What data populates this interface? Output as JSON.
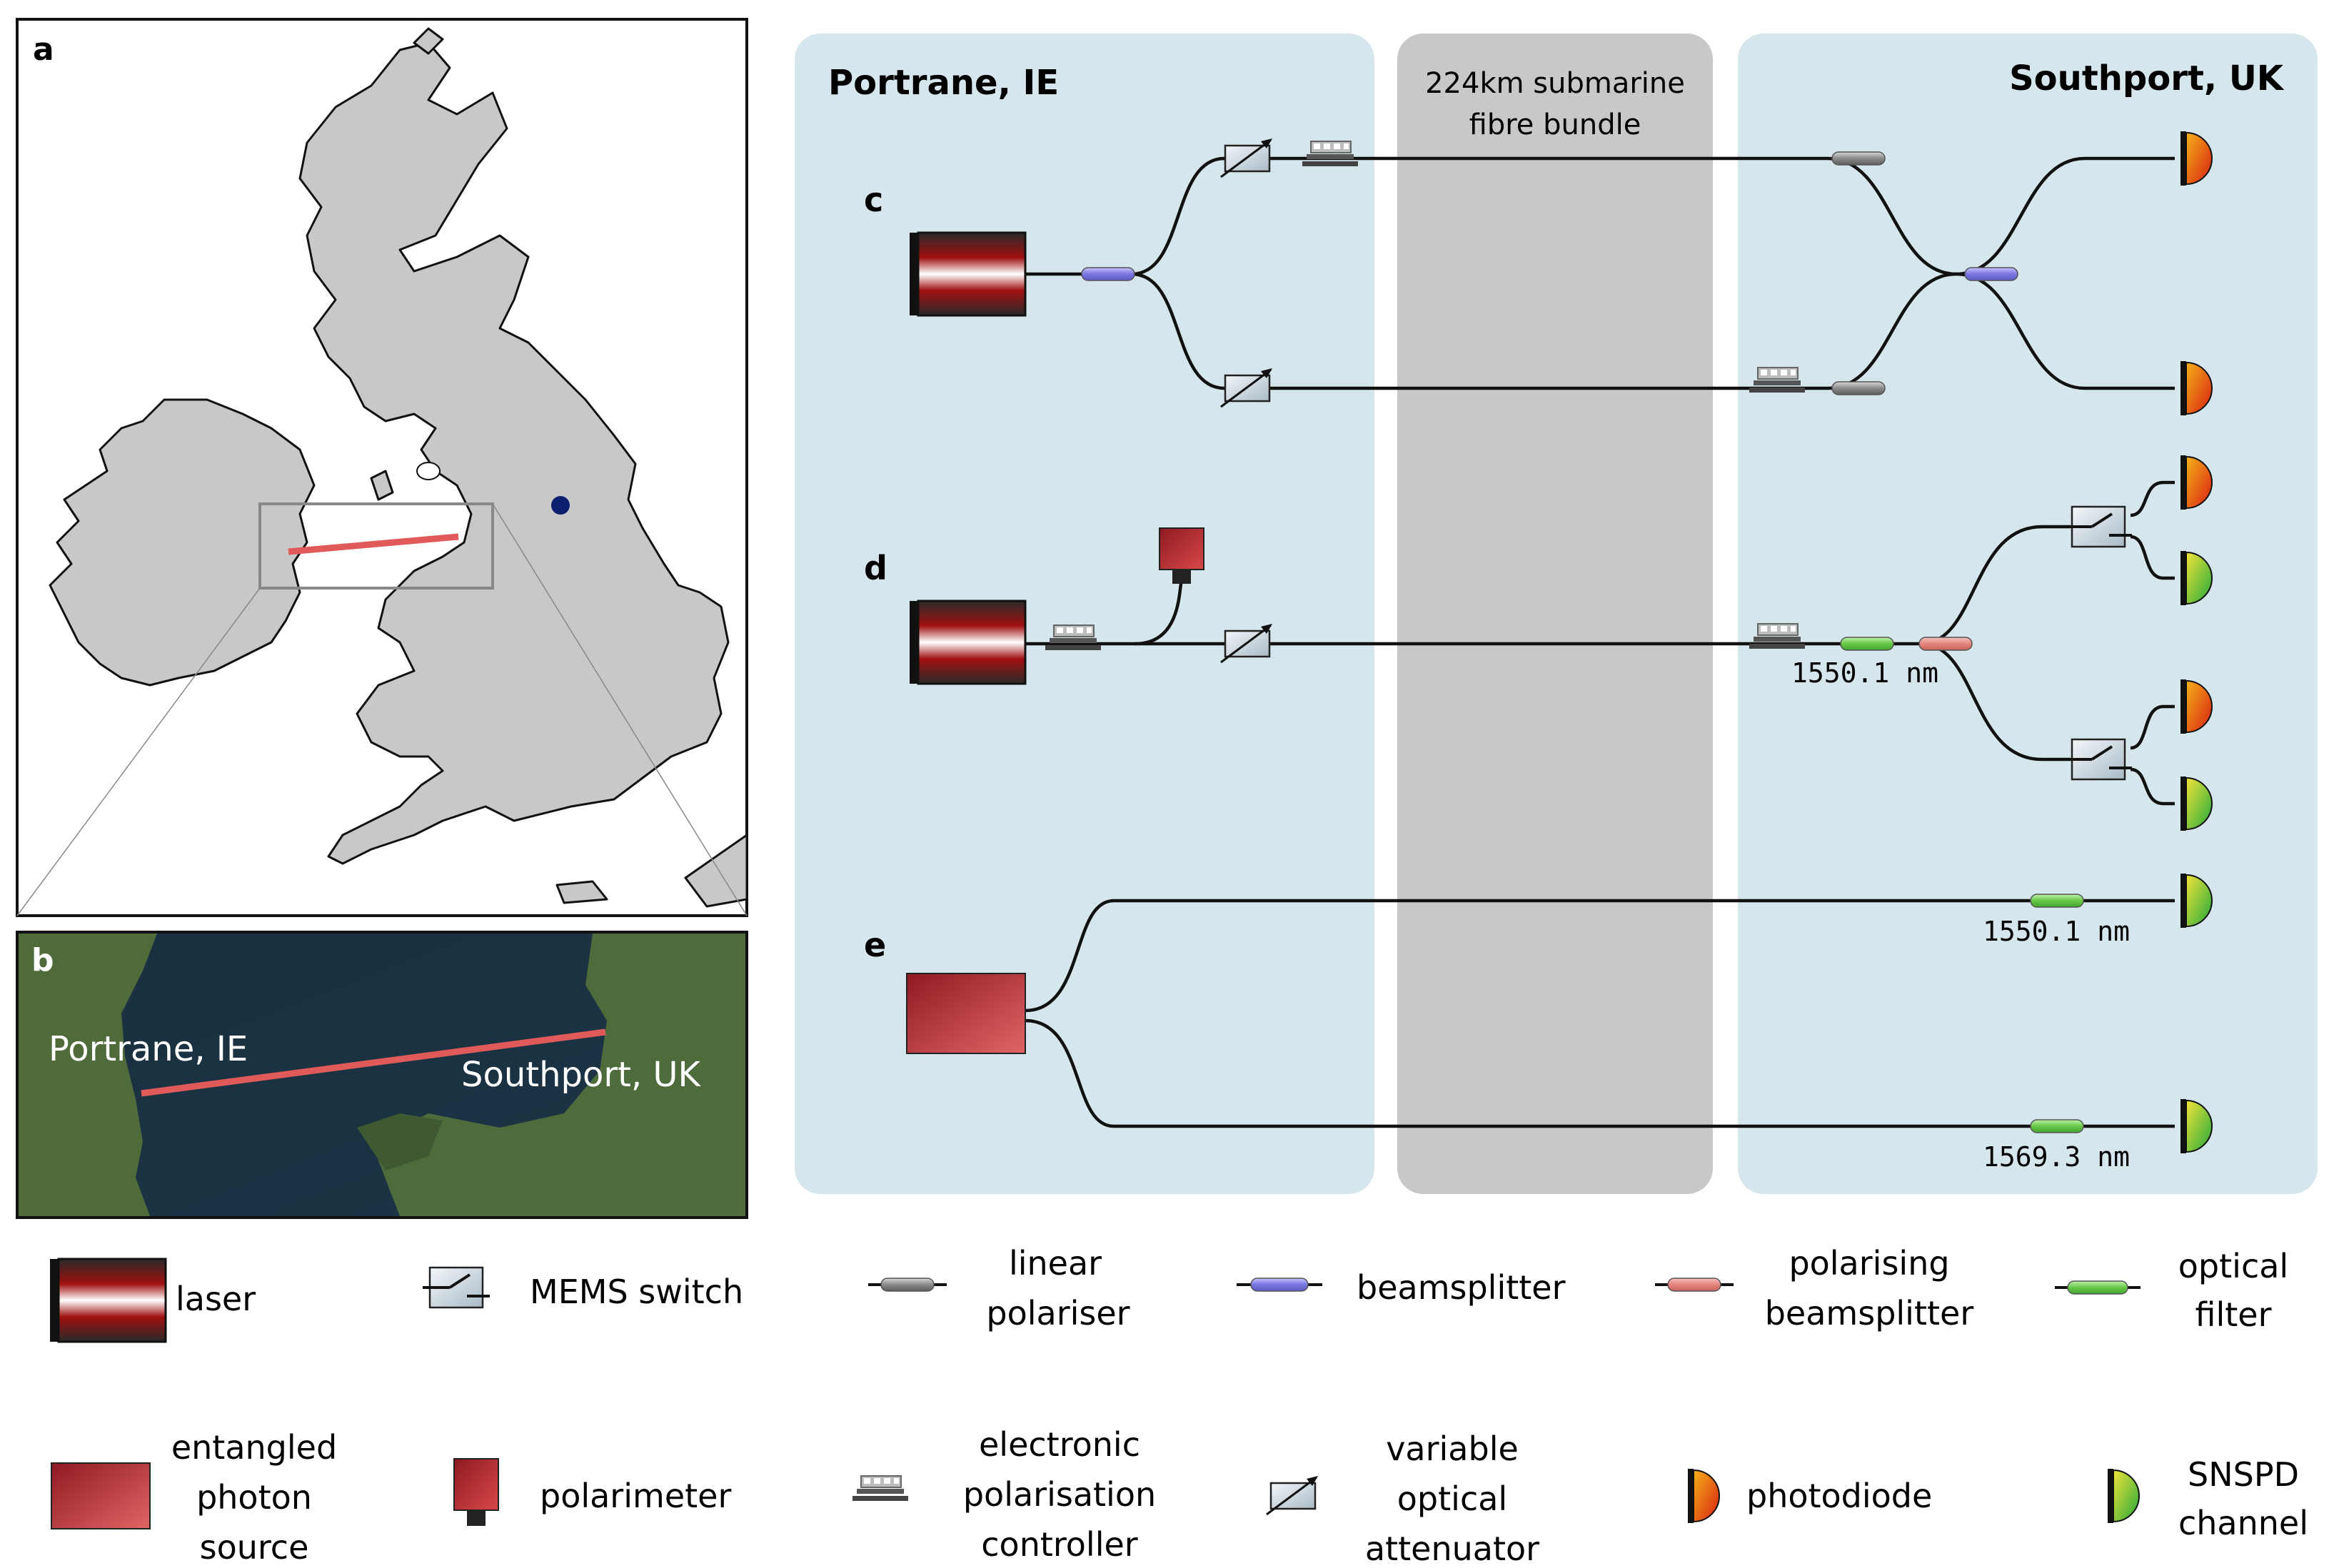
{
  "panels": {
    "a": "a",
    "b": "b",
    "c": "c",
    "d": "d",
    "e": "e"
  },
  "map": {
    "portrane_label": "Portrane, IE",
    "southport_label": "Southport, UK",
    "link_color": "#e05a5a",
    "marker_color": "#0c1f6e"
  },
  "regions": {
    "left": "Portrane, IE",
    "middle_line1": "224km submarine",
    "middle_line2": "fibre bundle",
    "right": "Southport, UK"
  },
  "wavelengths": {
    "d_filter": "1550.1 nm",
    "e_top": "1550.1 nm",
    "e_bottom": "1569.3 nm"
  },
  "legend": {
    "laser": "laser",
    "mems": "MEMS switch",
    "linpol_1": "linear",
    "linpol_2": "polariser",
    "bs": "beamsplitter",
    "pbs_1": "polarising",
    "pbs_2": "beamsplitter",
    "filter_1": "optical",
    "filter_2": "filter",
    "eps_1": "entangled",
    "eps_2": "photon",
    "eps_3": "source",
    "polarimeter": "polarimeter",
    "epc_1": "electronic",
    "epc_2": "polarisation",
    "epc_3": "controller",
    "voa_1": "variable",
    "voa_2": "optical",
    "voa_3": "attenuator",
    "photodiode": "photodiode",
    "snspd_1": "SNSPD",
    "snspd_2": "channel"
  },
  "colors": {
    "panel_blue": "#d6e6ed",
    "panel_grey": "#c8c8c8",
    "beamsplitter": "#8a86e6",
    "polarising_bs": "#e3857e",
    "filter": "#67c84a",
    "linear_polariser": "#8a8a8a"
  }
}
